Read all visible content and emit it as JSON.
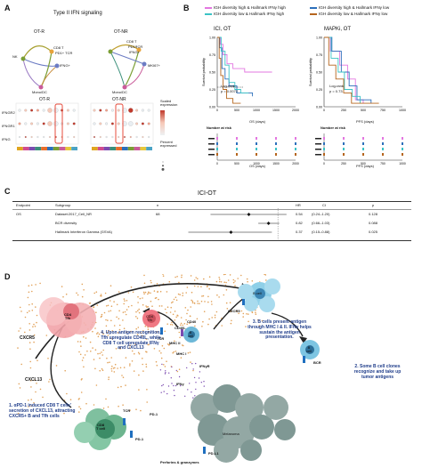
{
  "panelA": {
    "letter": "A",
    "title": "Type II IFN signaling",
    "net_left": {
      "title": "OT-R",
      "nodes": [
        "NK",
        "CD8 T",
        "PD1+ TCR",
        "IFNG+",
        "Mono/DC"
      ]
    },
    "net_right": {
      "title": "OT-NR",
      "nodes": [
        "CD8 T",
        "PD1+",
        "TCR",
        "IFNG+",
        "MKI67+",
        "Mono/DC"
      ]
    },
    "dot_left_title": "OT-R",
    "dot_right_title": "OT-NR",
    "genes": [
      "IFNGR2",
      "IFNGR1",
      "IFNG"
    ],
    "legend_scaled_title": "Scaled expression",
    "legend_scaled_ticks": [
      "1",
      "0.5",
      "0",
      "-0.5",
      "-1"
    ],
    "legend_percent_title": "Percent expressed",
    "legend_percent_ticks": [
      "0",
      "20",
      "40",
      "60",
      "80"
    ],
    "colors": {
      "high": "#c0392b",
      "mid": "#f6c9b8",
      "low": "#e9eef2",
      "highlight": "#e74c3c"
    }
  },
  "panelB": {
    "letter": "B",
    "legend": [
      {
        "label": "IGH diversity high & Hallmark IFNγ high",
        "color": "#e377e0"
      },
      {
        "label": "IGH diversity high & Hallmark IFNγ low",
        "color": "#2c6fbb"
      },
      {
        "label": "IGH diversity low & Hallmark IFNγ high",
        "color": "#3bc3c5"
      },
      {
        "label": "IGH diversity low & Hallmark IFNγ low",
        "color": "#b5651d"
      }
    ],
    "km_left": {
      "title": "ICI, OT",
      "ylabel": "Survival probability",
      "xlabel": "OS (days)",
      "xticks": [
        "0",
        "500",
        "1000",
        "1500",
        "2000"
      ],
      "yticks": [
        "1.00",
        "0.75",
        "0.50",
        "0.25",
        "0.00"
      ],
      "stat1": "Log-rank",
      "stat2": "p = 0.0072",
      "risk_title": "Number at risk",
      "risk_xlabel": "OS (days)"
    },
    "km_right": {
      "title": "MAPKi, OT",
      "ylabel": "Survival probability",
      "xlabel": "PFS (days)",
      "xticks": [
        "0",
        "250",
        "500",
        "750",
        "1000"
      ],
      "yticks": [
        "1.00",
        "0.75",
        "0.50",
        "0.25",
        "0.00"
      ],
      "stat1": "Log-rank",
      "stat2": "p = 0.73",
      "risk_title": "Number at risk",
      "risk_xlabel": "PFS (days)"
    }
  },
  "panelC": {
    "letter": "C",
    "title": "ICI-OT",
    "headers": {
      "endpoint": "Endpoint",
      "subgroup": "Subgroup",
      "n": "n",
      "hr": "HR",
      "ci": "CI",
      "p": "p"
    },
    "endpoint": "OS",
    "n": "68",
    "rows": [
      {
        "subgroup": "Dataset:2017_Cell_NR",
        "hr": 0.54,
        "hr_label": "0.54",
        "ci": "(0.24–1.20)",
        "p": "0.128",
        "lo": 0.24,
        "hi": 1.2
      },
      {
        "subgroup": "BCR diversity",
        "hr": 0.82,
        "hr_label": "0.82",
        "ci": "(0.66–1.03)",
        "p": "0.088",
        "lo": 0.66,
        "hi": 1.03
      },
      {
        "subgroup": "Hallmark Interferon Gamma (GSVA)",
        "hr": 0.37,
        "hr_label": "0.37",
        "ci": "(0.15–0.88)",
        "p": "0.025",
        "lo": 0.15,
        "hi": 0.88
      }
    ]
  },
  "panelD": {
    "letter": "D",
    "labels": {
      "cd4_tfh": "CD4\nTfh",
      "cxcr5_left": "CXCR5",
      "cxcl13": "CXCL13",
      "cd4_small": "CD4\nTfh",
      "tcr_mid": "TCR",
      "mhc2": "MHC II",
      "cd40l": "CD40L",
      "cd40": "CD40",
      "bcell_small": "B\ncell",
      "mhc1": "MHC I",
      "ifngr": "IFNγR",
      "ifng": "IFNγ",
      "cxcr5_right": "CXCR5",
      "bcell_big": "B cell",
      "bcell_right": "B\ncell",
      "bcr": "BCR",
      "cd8": "CD8\nT cell",
      "tcr_low": "TCR",
      "pd1_top": "PD-1",
      "pd1_bottom": "PD-1",
      "pdl1": "PD-L1",
      "melanoma": "Melanoma",
      "perforins": "Perforins & granzymes"
    },
    "notes": {
      "n1": "1. αPD-1 induced CD8 T cells' secretion of CXCL13, attracting CXCR5+ B and Tfh cells",
      "n2": "2. Some B cell clones recognize and take up tumor antigens",
      "n3": "3. B cells present antigen through MHC I & II. IFNγ helps sustain the antigen presentation.",
      "n4": "4. Upon antigen recognition, Tfh upregulate CD40L, while CD8 T cell upregulate IFNγ and CXCL13"
    },
    "colors": {
      "tfh": "#f2a3a8",
      "bcell": "#8fd0e8",
      "cd8": "#5ca887",
      "melanoma": "#7f9894",
      "dots": "#e2a25a",
      "note": "#1f3d8a"
    }
  }
}
